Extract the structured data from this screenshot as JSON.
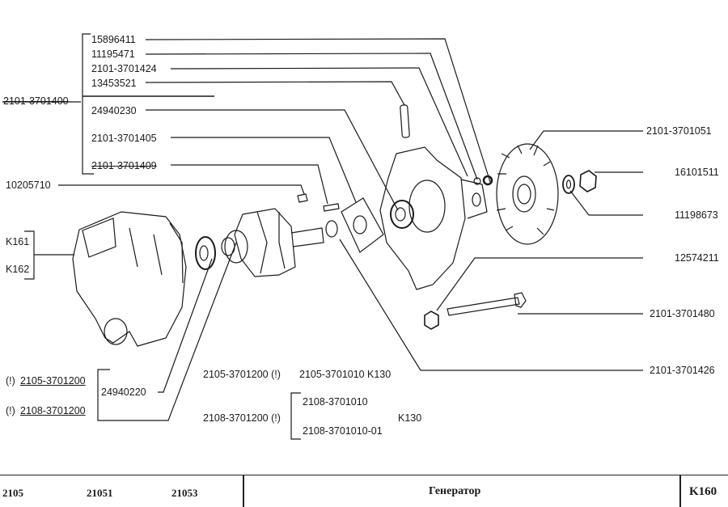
{
  "assembly": {
    "main_code": "2101-3701400",
    "sub_parts": [
      "15896411",
      "11195471",
      "2101-3701424",
      "13453521",
      "24940230",
      "2101-3701405",
      "2101-3701409"
    ],
    "other_left": "10205710",
    "kit_refs": [
      "K161",
      "K162"
    ]
  },
  "right_labels": [
    "2101-3701051",
    "16101511",
    "11198673",
    "12574211",
    "2101-3701480",
    "2101-3701426"
  ],
  "bottom_left": {
    "rows": [
      {
        "mark": "(!)",
        "code": "2105-3701200"
      },
      {
        "mark": "(!)",
        "code": "2108-3701200"
      }
    ],
    "bearing": "24940220"
  },
  "notes": {
    "line1": {
      "code": "2105-3701200 (!)",
      "ref": "2105-3701010",
      "kit": "K130"
    },
    "line2": {
      "code": "2108-3701200 (!)",
      "refs": [
        "2108-3701010",
        "2108-3701010-01"
      ],
      "kit": "K130"
    }
  },
  "footer": {
    "models": [
      "2105",
      "21051",
      "21053"
    ],
    "title": "Генератор",
    "page_code": "K160"
  }
}
